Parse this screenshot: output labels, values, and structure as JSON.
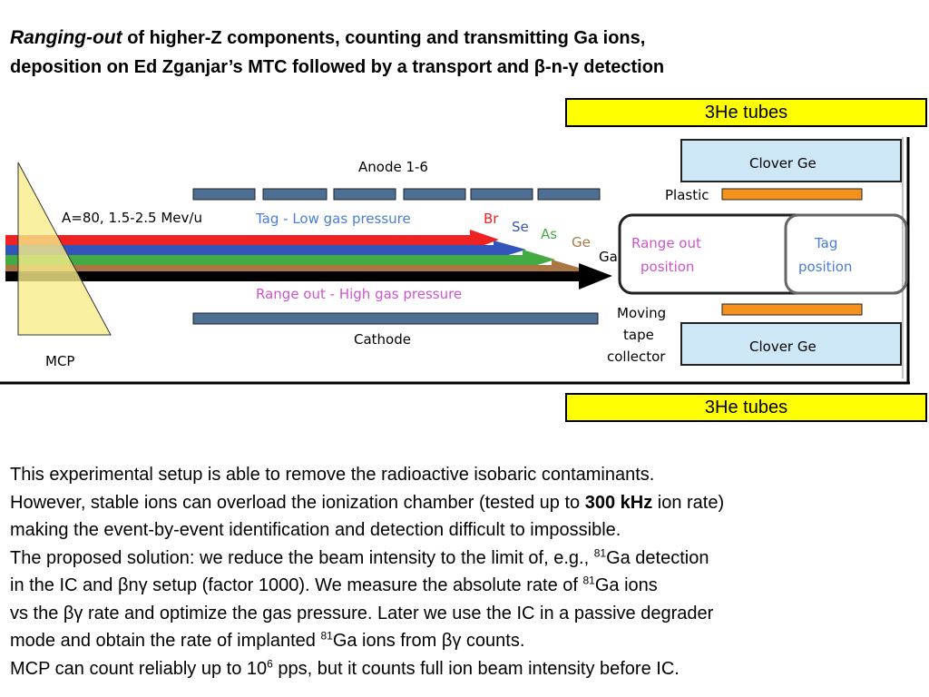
{
  "title": {
    "italic_part": "Ranging-out",
    "line1_rest": " of higher-Z components, counting and transmitting Ga ions,",
    "line2": "deposition on Ed Zganjar’s MTC followed by a transport and β-n-γ detection"
  },
  "he_tubes": {
    "top_label": "3He tubes",
    "bottom_label": "3He tubes"
  },
  "diagram": {
    "anode_label": "Anode 1-6",
    "beam_label": "A=80, 1.5-2.5 Mev/u",
    "tag_label": "Tag - Low gas pressure",
    "range_label": "Range out - High gas pressure",
    "cathode_label": "Cathode",
    "mcp_label": "MCP",
    "beams": {
      "br": "Br",
      "se": "Se",
      "as": "As",
      "ge": "Ge",
      "ga": "Ga"
    },
    "clover_top": "Clover Ge",
    "clover_bottom": "Clover Ge",
    "plastic_label": "Plastic",
    "range_out_position": [
      "Range out",
      "position"
    ],
    "tag_position": [
      "Tag",
      "position"
    ],
    "mtc_label": [
      "Moving",
      "tape",
      "collector"
    ],
    "colors": {
      "br": "#ee2222",
      "se": "#3355bb",
      "as": "#44aa44",
      "ge": "#aa7744",
      "ga": "#000000",
      "anode": "#4d6f94",
      "tag": "#4a7ed6",
      "range": "#cc55cc",
      "clover": "#cde7f7",
      "plastic": "#f5921e",
      "mcp": "#f7ec8a"
    }
  },
  "paragraph": {
    "l1": "This experimental setup is able to remove the radioactive isobaric contaminants.",
    "l2a": "However, stable ions can overload the ionization chamber (tested up to ",
    "l2b": "300 kHz",
    "l2c": " ion rate)",
    "l3": "making the event-by-event  identification and detection difficult to impossible.",
    "l4a": "The proposed solution: we reduce the beam intensity to the limit of, e.g., ",
    "l4sup": "81",
    "l4b": "Ga detection",
    "l5a": "in the IC and βnγ setup (factor 1000). We measure the absolute rate of ",
    "l5sup": "81",
    "l5b": "Ga ions",
    "l6": "vs the βγ rate and optimize the gas pressure. Later we use the IC in a passive degrader",
    "l7a": "mode  and obtain the rate of implanted ",
    "l7sup": "81",
    "l7b": "Ga ions from βγ counts.",
    "l8a": "MCP can count reliably up to 10",
    "l8sup": "6",
    "l8b": " pps, but it counts full ion beam intensity before IC."
  }
}
